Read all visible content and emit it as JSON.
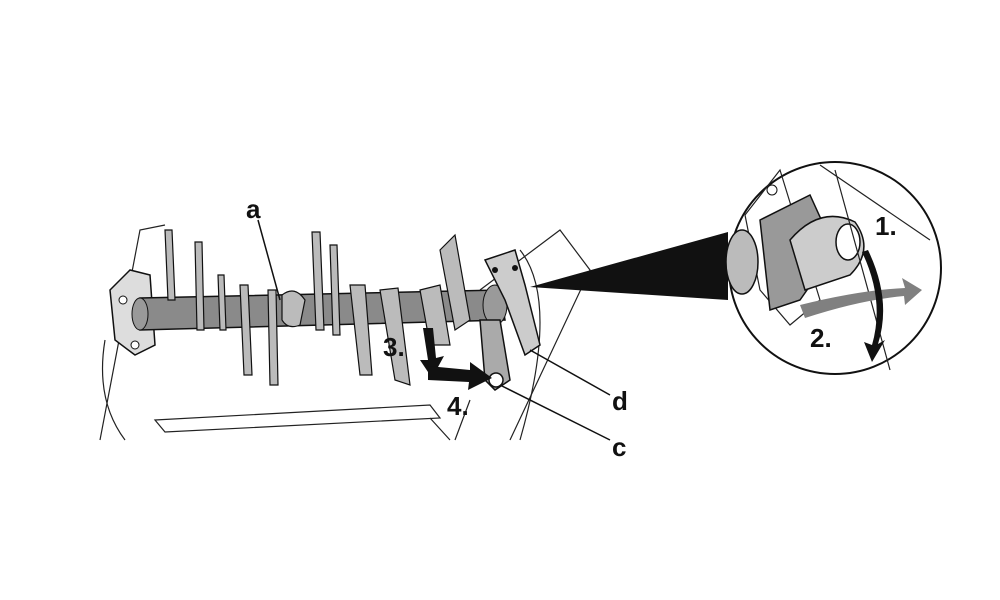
{
  "labels": {
    "part_a": "a",
    "part_c": "c",
    "part_d": "d",
    "step_1": "1.",
    "step_2": "2.",
    "step_3": "3.",
    "step_4": "4."
  },
  "colors": {
    "line": "#111111",
    "shaft": "#808080",
    "arrow": "#111111",
    "arrow_grey": "#808080"
  }
}
